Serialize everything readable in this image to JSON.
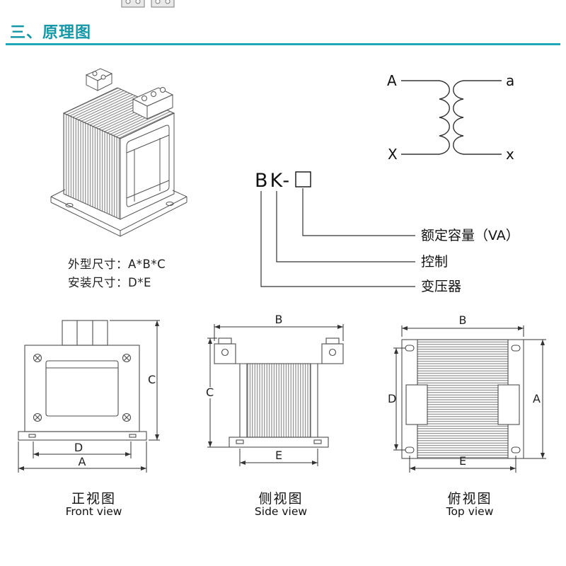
{
  "header": {
    "title": "三、原理图",
    "accent_color": "#1697A8"
  },
  "iso_view": {
    "outline_dims": "外型尺寸：A*B*C",
    "mounting_dims": "安装尺寸：D*E"
  },
  "winding_diagram": {
    "primary_top": "A",
    "primary_bottom": "X",
    "secondary_top": "a",
    "secondary_bottom": "x"
  },
  "model_code": {
    "prefix": "BK-",
    "callouts": {
      "capacity": "额定容量（VA）",
      "control": "控制",
      "transformer": "变压器"
    }
  },
  "dims": {
    "A": "A",
    "B": "B",
    "C": "C",
    "D": "D",
    "E": "E"
  },
  "views": {
    "front": {
      "cn": "正视图",
      "en": "Front view"
    },
    "side": {
      "cn": "侧视图",
      "en": "Side view"
    },
    "top": {
      "cn": "俯视图",
      "en": "Top view"
    }
  }
}
